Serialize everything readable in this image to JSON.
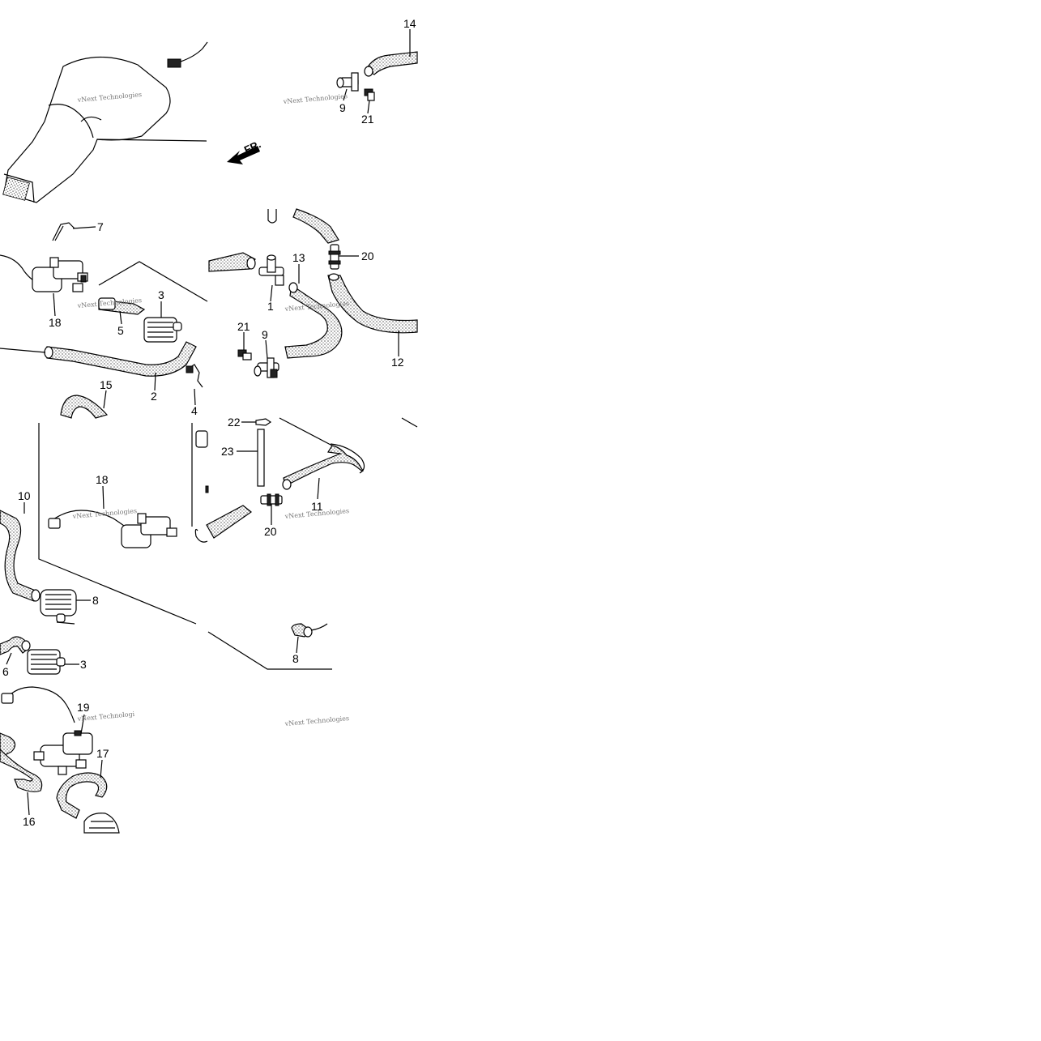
{
  "colors": {
    "ink": "#000000",
    "background": "#ffffff",
    "watermark": "#777777"
  },
  "direction_marker": {
    "label": "FR.",
    "icon": "arrow-front-icon"
  },
  "watermarks": [
    "vNext Technologies",
    "vNext Technologies",
    "vNext Technologies",
    "vNext Technologies",
    "vNext Technologies",
    "vNext Technologies",
    "vNext Technologi"
  ],
  "callouts": [
    {
      "id": "c14",
      "text": "14"
    },
    {
      "id": "c9a",
      "text": "9"
    },
    {
      "id": "c21a",
      "text": "21"
    },
    {
      "id": "c7",
      "text": "7"
    },
    {
      "id": "c20a",
      "text": "20"
    },
    {
      "id": "c13",
      "text": "13"
    },
    {
      "id": "c1",
      "text": "1"
    },
    {
      "id": "c18a",
      "text": "18"
    },
    {
      "id": "c3a",
      "text": "3"
    },
    {
      "id": "c5",
      "text": "5"
    },
    {
      "id": "c21b",
      "text": "21"
    },
    {
      "id": "c9b",
      "text": "9"
    },
    {
      "id": "c12",
      "text": "12"
    },
    {
      "id": "c2",
      "text": "2"
    },
    {
      "id": "c4",
      "text": "4"
    },
    {
      "id": "c15",
      "text": "15"
    },
    {
      "id": "c22",
      "text": "22"
    },
    {
      "id": "c23",
      "text": "23"
    },
    {
      "id": "c10",
      "text": "10"
    },
    {
      "id": "c18b",
      "text": "18"
    },
    {
      "id": "c11",
      "text": "11"
    },
    {
      "id": "c20b",
      "text": "20"
    },
    {
      "id": "c8a",
      "text": "8"
    },
    {
      "id": "c8b",
      "text": "8"
    },
    {
      "id": "c6",
      "text": "6"
    },
    {
      "id": "c3b",
      "text": "3"
    },
    {
      "id": "c19",
      "text": "19"
    },
    {
      "id": "c17",
      "text": "17"
    },
    {
      "id": "c16",
      "text": "16"
    }
  ]
}
